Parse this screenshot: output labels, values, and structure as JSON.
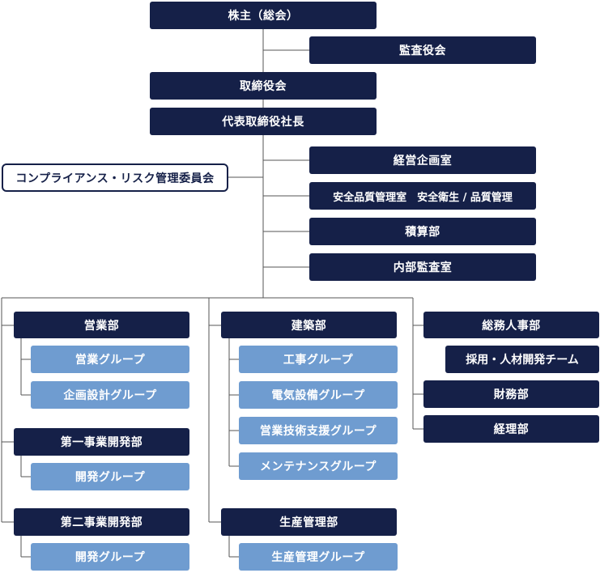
{
  "colors": {
    "dark": "#152048",
    "light": "#6f9cd0",
    "line": "#555555"
  },
  "nodes": {
    "shareholders": "株主（総会）",
    "auditors": "監査役会",
    "board": "取締役会",
    "president": "代表取締役社長",
    "compliance": "コンプライアンス・リスク管理委員会",
    "planning": "経営企画室",
    "quality": "安全品質管理室　安全衛生 / 品質管理",
    "estimation": "積算部",
    "internal_audit": "内部監査室",
    "sales": "営業部",
    "sales_group": "営業グループ",
    "design_group": "企画設計グループ",
    "dev1": "第一事業開発部",
    "dev1_group": "開発グループ",
    "dev2": "第二事業開発部",
    "dev2_group": "開発グループ",
    "construction": "建築部",
    "works_group": "工事グループ",
    "electrical_group": "電気設備グループ",
    "sales_tech_group": "営業技術支援グループ",
    "maintenance_group": "メンテナンスグループ",
    "production": "生産管理部",
    "production_group": "生産管理グループ",
    "general_affairs": "総務人事部",
    "recruitment_team": "採用・人材開発チーム",
    "finance": "財務部",
    "accounting": "経理部"
  }
}
